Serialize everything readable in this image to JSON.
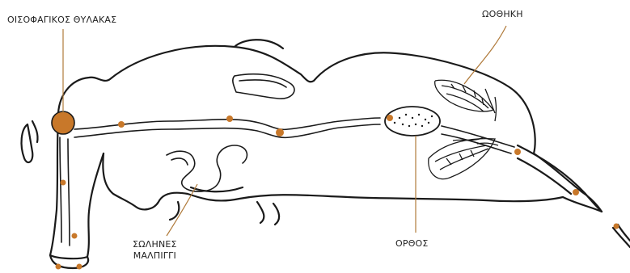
{
  "labels": {
    "crop": "ΟΙΣΟΦΑΓΙΚΟΣ ΘΥΛΑΚΑΣ",
    "ovary": "ΩΟΘΗΚΗ",
    "malpighi_line1": "ΣΩΛΗΝΕΣ",
    "malpighi_line2": "ΜΑΛΠΙΓΓΙ",
    "rectum": "ΟΡΘΟΣ"
  },
  "colors": {
    "outline": "#1a1a1a",
    "dot": "#c8782a",
    "leader": "#b07a3a",
    "text": "#222222"
  }
}
